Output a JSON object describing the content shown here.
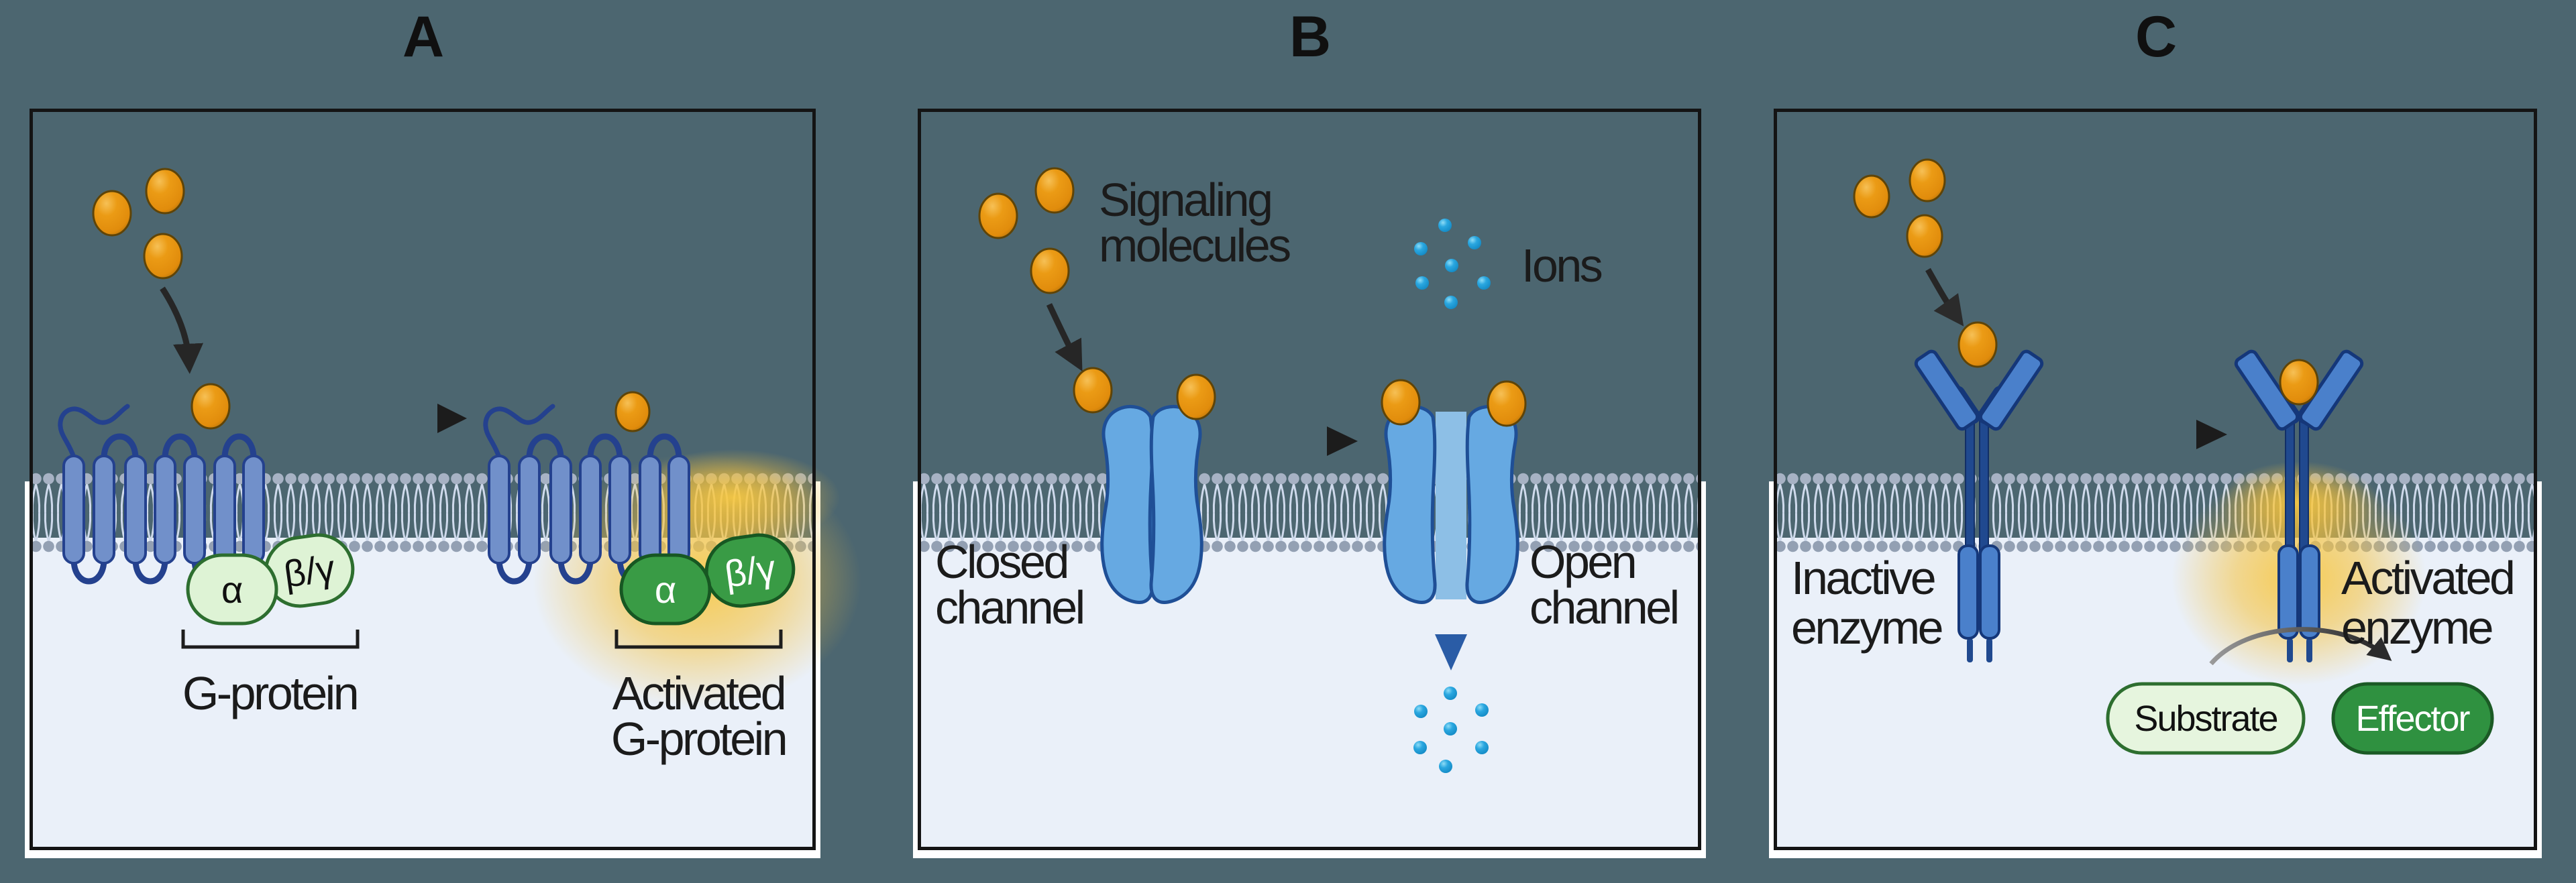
{
  "background_color": "#4c6670",
  "colors": {
    "frame": "#141414",
    "cytoplasm": "#eaf0f9",
    "membrane_head_top": "#a7b2c4",
    "membrane_head_bottom": "#93a0b3",
    "membrane_tail": "#cfdaec",
    "receptor_blue": "#7190ca",
    "receptor_outline": "#24418e",
    "channel_blue": "#66a9e2",
    "channel_outline": "#1f4f96",
    "enzyme_blue": "#4a80cb",
    "enzyme_outline": "#153779",
    "ligand_orange": "#e8920e",
    "ion_cyan": "#29a8e0",
    "ion_arrow_blue": "#2a5ca6",
    "arrow_black": "#1d1d1d",
    "gprotein_inactive_fill": "#def3d5",
    "gprotein_inactive_outline": "#2d6e2f",
    "gprotein_active_fill": "#399b45",
    "gprotein_active_outline": "#175722",
    "substrate_fill": "#e6f5de",
    "effector_fill": "#2f9140",
    "glow_yellow": "#f6c23c"
  },
  "panels": {
    "a": {
      "title": "A",
      "alpha": "α",
      "beta_gamma": "β/γ",
      "alpha_active": "α",
      "beta_gamma_active": "β/γ",
      "g_protein_label": "G-protein",
      "activated_label_line1": "Activated",
      "activated_label_line2": "G-protein"
    },
    "b": {
      "title": "B",
      "signaling_label_line1": "Signaling",
      "signaling_label_line2": "molecules",
      "ions_label": "Ions",
      "closed_label_line1": "Closed",
      "closed_label_line2": "channel",
      "open_label_line1": "Open",
      "open_label_line2": "channel"
    },
    "c": {
      "title": "C",
      "inactive_label_line1": "Inactive",
      "inactive_label_line2": "enzyme",
      "activated_label_line1": "Activated",
      "activated_label_line2": "enzyme",
      "substrate_label": "Substrate",
      "effector_label": "Effector"
    }
  }
}
